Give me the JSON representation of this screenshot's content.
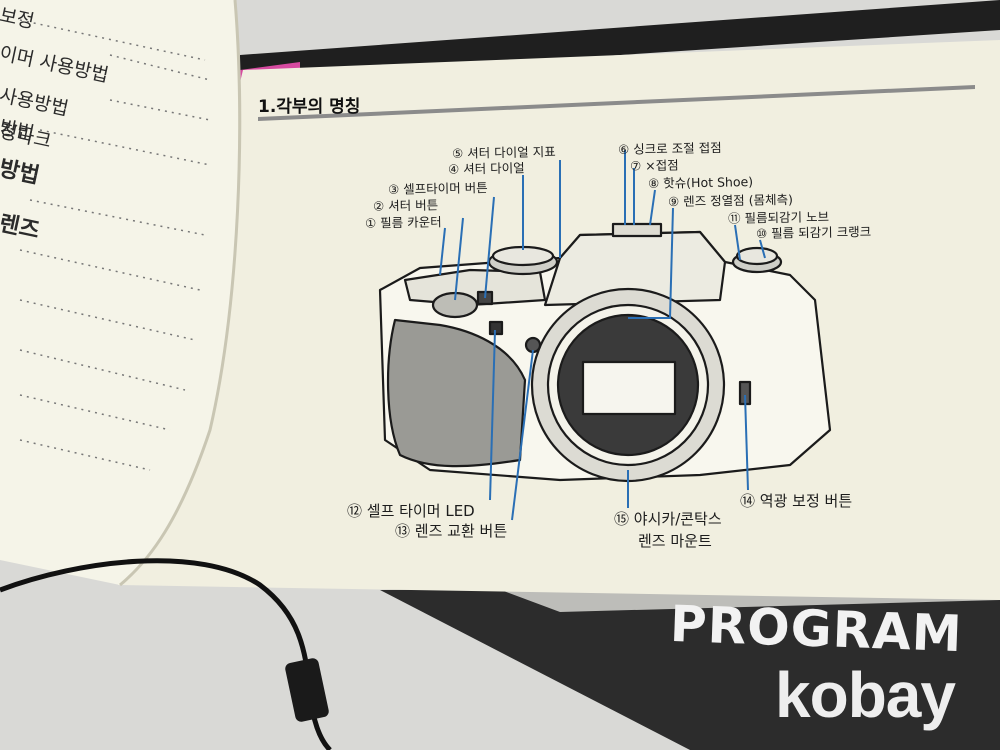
{
  "toc": {
    "lines": [
      "보정",
      "이머 사용방법",
      "사용방법",
      "방법",
      "정마크",
      "방법",
      "렌즈"
    ]
  },
  "page": {
    "title": "1.각부의 명칭",
    "labels": [
      {
        "num": "⑤",
        "text": "셔터 다이얼 지표"
      },
      {
        "num": "④",
        "text": "셔터 다이얼"
      },
      {
        "num": "③",
        "text": "셀프타이머 버튼"
      },
      {
        "num": "②",
        "text": "셔터 버튼"
      },
      {
        "num": "①",
        "text": "필름 카운터"
      },
      {
        "num": "⑥",
        "text": "싱크로 조절 접점"
      },
      {
        "num": "⑦",
        "text": "×접점"
      },
      {
        "num": "⑧",
        "text": "핫슈(Hot Shoe)"
      },
      {
        "num": "⑨",
        "text": "렌즈 정열점 (몸체측)"
      },
      {
        "num": "⑪",
        "text": "필름되감기 노브"
      },
      {
        "num": "⑩",
        "text": "필름 되감기 크랭크"
      },
      {
        "num": "⑫",
        "text": "셀프 타이머 LED"
      },
      {
        "num": "⑬",
        "text": "렌즈 교환 버튼"
      },
      {
        "num": "⑭",
        "text": "역광 보정 버튼"
      },
      {
        "num": "⑮",
        "text": "야시카/콘탁스"
      }
    ],
    "mount_second_line": "렌즈 마운트"
  },
  "background_book": {
    "text": "PROGRAM"
  },
  "watermark": {
    "text": "kobay"
  },
  "colors": {
    "page": "#f3f1e2",
    "leader_lines": "#2a6fb5",
    "toc_page": "#f6f5ea"
  }
}
